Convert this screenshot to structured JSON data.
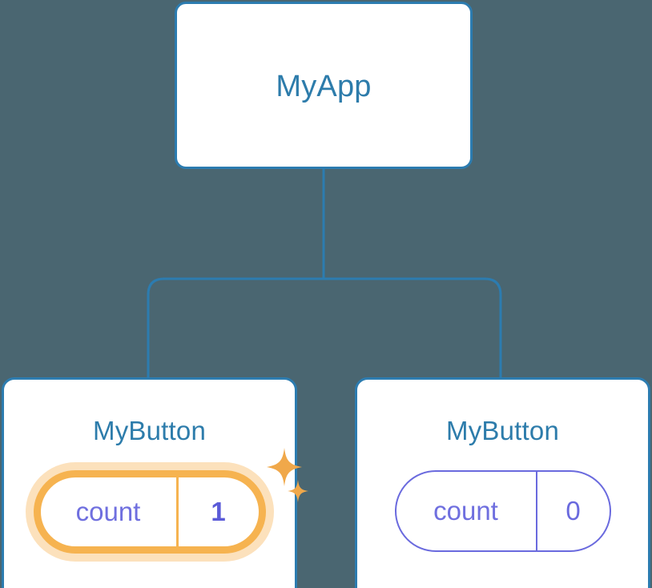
{
  "diagram": {
    "type": "component-tree",
    "background_color": "#4a6671",
    "edge_color": "#2c7cb0",
    "node_border_color": "#2c7cb0",
    "node_fill_color": "#ffffff",
    "title_text_color": "#2d7cab",
    "state_text_color": "#6a6ade",
    "highlight_color": "#f6b350",
    "highlight_glow_color": "#fbdcb0"
  },
  "root": {
    "label": "MyApp"
  },
  "children": [
    {
      "label": "MyButton",
      "state": {
        "key": "count",
        "value": "1"
      },
      "highlighted": true,
      "sparkle_icons": [
        "sparkle-large-icon",
        "sparkle-small-icon"
      ]
    },
    {
      "label": "MyButton",
      "state": {
        "key": "count",
        "value": "0"
      },
      "highlighted": false
    }
  ]
}
